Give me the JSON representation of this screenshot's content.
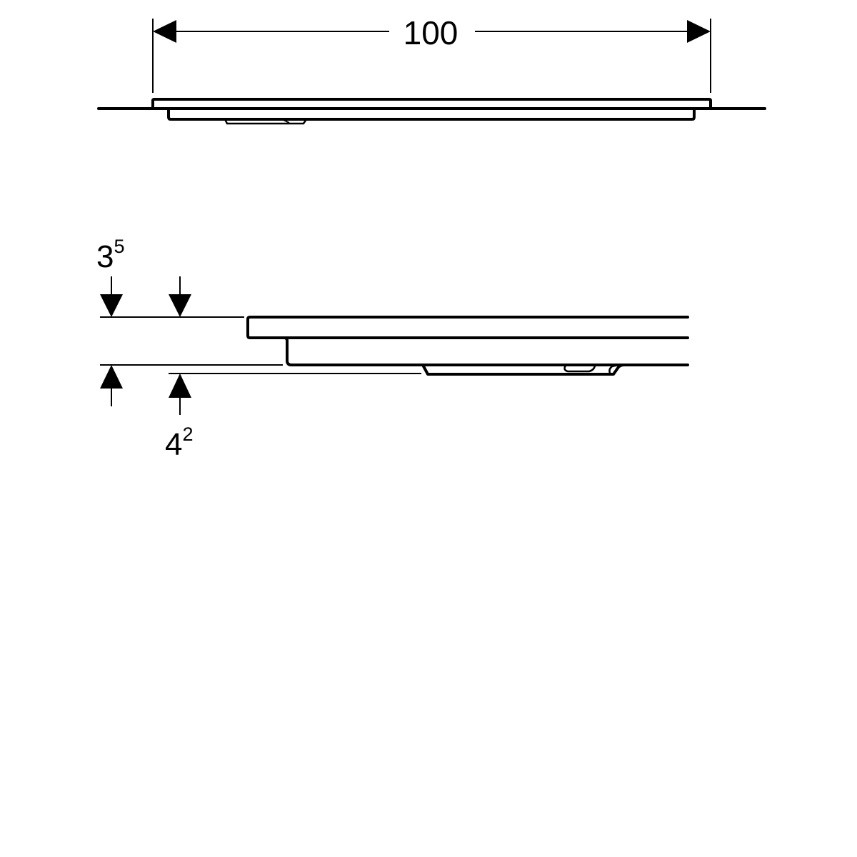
{
  "dimensions": {
    "width_label": "100",
    "thickness_top": {
      "base": "3",
      "sup": "5"
    },
    "thickness_bottom": {
      "base": "4",
      "sup": "2"
    }
  },
  "colors": {
    "line": "#000000",
    "background": "#ffffff"
  }
}
